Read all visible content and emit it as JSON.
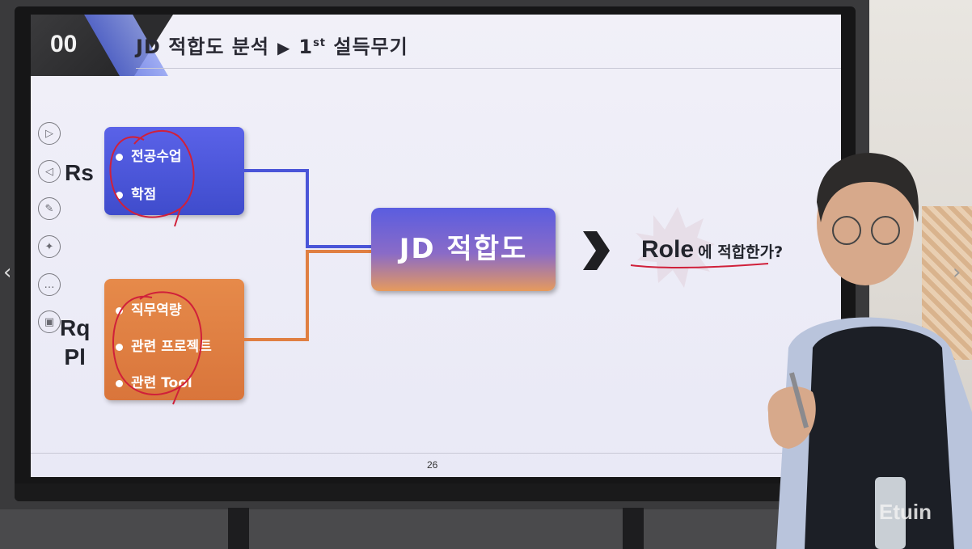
{
  "slide": {
    "number": "00",
    "title_part1": "JD 적합도 분석",
    "title_ordinal": "1",
    "title_ordinal_suffix": "st",
    "title_part2": "설득무기",
    "page": "26"
  },
  "labels": {
    "rs": "Rs",
    "rq_line1": "Rq",
    "rq_line2": "Pl"
  },
  "rs_items": [
    "전공수업",
    "학점"
  ],
  "rq_items": [
    "직무역량",
    "관련 프로젝트",
    "관련 Tool"
  ],
  "center": {
    "label": "JD 적합도"
  },
  "result": {
    "role": "Role",
    "suffix": "에 적합한가?"
  },
  "brand": "Etuin",
  "colors": {
    "accent_blue": "#4a55d8",
    "accent_orange": "#e07f42",
    "annotation_red": "#d0203a"
  }
}
